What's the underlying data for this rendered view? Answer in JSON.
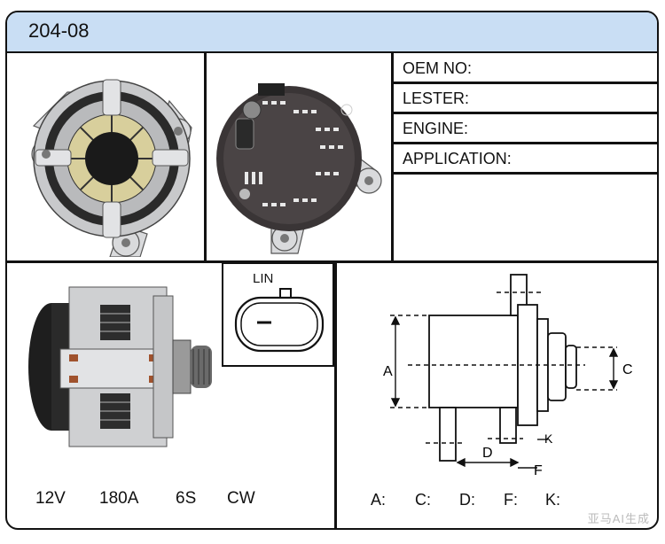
{
  "header": {
    "title": "204-08"
  },
  "info": {
    "oem_label": "OEM NO:",
    "lester_label": "LESTER:",
    "engine_label": "ENGINE:",
    "application_label": "APPLICATION:"
  },
  "specs": {
    "voltage": "12V",
    "amperage": "180A",
    "pulley": "6S",
    "rotation": "CW"
  },
  "connector": {
    "label": "LIN"
  },
  "dimension_labels": [
    "A:",
    "C:",
    "D:",
    "F:",
    "K:"
  ],
  "diagram_markers": {
    "a": "A",
    "c": "C",
    "d": "D",
    "f": "F",
    "k": "K"
  },
  "watermark": "亚马AI生成"
}
